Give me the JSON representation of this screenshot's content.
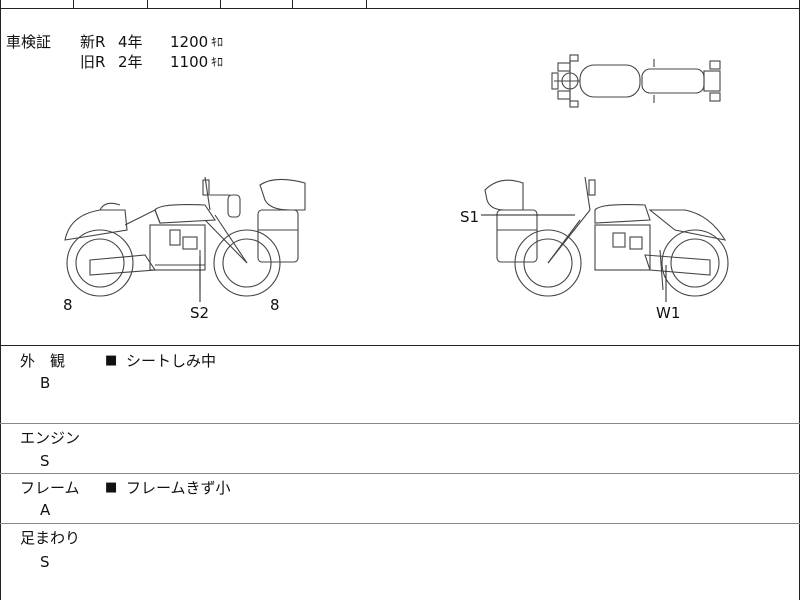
{
  "header_partial": {
    "cells": [
      "",
      "",
      "",
      "",
      "",
      ""
    ]
  },
  "inspection": {
    "label": "車検証",
    "rows": [
      {
        "type": "新R",
        "years": "4年",
        "value": "1200"
      },
      {
        "type": "旧R",
        "years": "2年",
        "value": "1100"
      }
    ],
    "unit_glyph": "ｷﾛ"
  },
  "diagram": {
    "left_marks": {
      "front_wheel": "8",
      "center": "S2",
      "rear_wheel": "8"
    },
    "right_marks": {
      "upper": "S1",
      "lower": "W1"
    }
  },
  "evaluations": [
    {
      "label": "外　観",
      "grade": "B",
      "note": "シートしみ中"
    },
    {
      "label": "エンジン",
      "grade": "S",
      "note": ""
    },
    {
      "label": "フレーム",
      "grade": "A",
      "note": "フレームきず小"
    },
    {
      "label": "足まわり",
      "grade": "S",
      "note": ""
    }
  ],
  "note_bullet": "■"
}
